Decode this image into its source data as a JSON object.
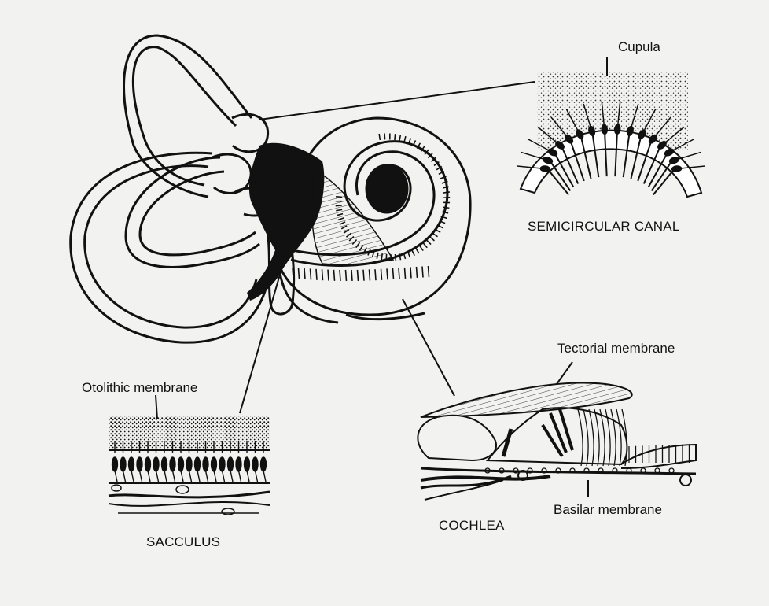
{
  "labels": {
    "cupula": "Cupula",
    "semicircular_canal": "SEMICIRCULAR CANAL",
    "tectorial_membrane": "Tectorial membrane",
    "otolithic_membrane": "Otolithic membrane",
    "sacculus": "SACCULUS",
    "cochlea": "COCHLEA",
    "basilar_membrane": "Basilar membrane"
  },
  "colors": {
    "background": "#f2f2f0",
    "ink": "#111111"
  }
}
